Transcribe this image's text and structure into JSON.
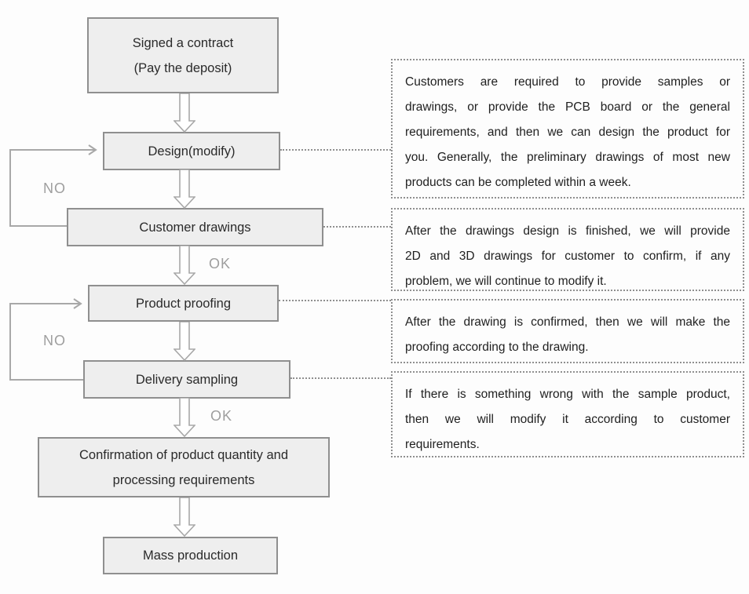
{
  "colors": {
    "box_fill": "#eeeeee",
    "box_border": "#8f8f8f",
    "line_gray": "#a8a8a8",
    "label_gray": "#9e9e9e",
    "flow_text": "#2a2a2a",
    "note_text": "#1f1f1f",
    "note_border": "#8f8f8f"
  },
  "flowchart": {
    "nodes": [
      {
        "id": "signed-contract",
        "lines": [
          "Signed a contract",
          "(Pay the deposit)"
        ]
      },
      {
        "id": "design",
        "lines": [
          "Design(modify)"
        ]
      },
      {
        "id": "customer-drawings",
        "lines": [
          "Customer drawings"
        ]
      },
      {
        "id": "product-proofing",
        "lines": [
          "Product proofing"
        ]
      },
      {
        "id": "delivery-sampling",
        "lines": [
          "Delivery sampling"
        ]
      },
      {
        "id": "confirmation",
        "lines": [
          "Confirmation of product quantity and",
          "processing requirements"
        ]
      },
      {
        "id": "mass-production",
        "lines": [
          "Mass production"
        ]
      }
    ],
    "labels": {
      "no_design": "NO",
      "ok_drawings": "OK",
      "no_proofing": "NO",
      "ok_sampling": "OK"
    }
  },
  "notes": [
    {
      "id": "note-design",
      "lines": [
        "Customers are required to provide samples or",
        "drawings, or provide the PCB board or the general",
        "requirements, and then we can design the product for",
        "you. Generally, the preliminary drawings of most new",
        "products can be completed within a week."
      ]
    },
    {
      "id": "note-drawings",
      "lines": [
        "After the drawings design is finished, we will provide",
        "2D and 3D drawings for customer to confirm, if any",
        "problem, we will continue to modify it."
      ]
    },
    {
      "id": "note-proofing",
      "lines": [
        "After the drawing is confirmed, then we will make the",
        "proofing according to the drawing."
      ]
    },
    {
      "id": "note-sampling",
      "lines": [
        "If there is something wrong with the sample product,",
        "then we will modify it according to customer",
        "requirements."
      ]
    }
  ]
}
